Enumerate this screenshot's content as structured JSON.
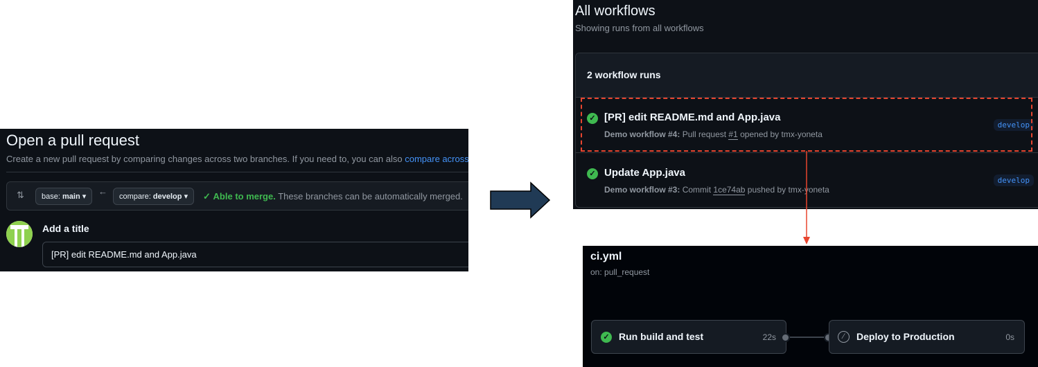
{
  "pull_request": {
    "title": "Open a pull request",
    "subtitle": "Create a new pull request by comparing changes across two branches. If you need to, you can also ",
    "subtitle_link": "compare across",
    "base_prefix": "base:",
    "base_branch": "main",
    "compare_prefix": "compare:",
    "compare_branch": "develop",
    "merge_ok": "Able to merge.",
    "merge_text": "These branches can be automatically merged.",
    "add_title_label": "Add a title",
    "title_value": "[PR] edit README.md and App.java"
  },
  "workflows": {
    "title": "All workflows",
    "subtitle": "Showing runs from all workflows",
    "count": "2 workflow runs",
    "runs": [
      {
        "title": "[PR] edit README.md and App.java",
        "workflow": "Demo workflow #4:",
        "event": "Pull request",
        "ref": "#1",
        "suffix": "opened by tmx-yoneta",
        "branch": "develop",
        "status": "success"
      },
      {
        "title": "Update App.java",
        "workflow": "Demo workflow #3:",
        "event": "Commit",
        "ref": "1ce74ab",
        "suffix": "pushed by tmx-yoneta",
        "branch": "develop",
        "status": "success"
      }
    ]
  },
  "ci": {
    "title": "ci.yml",
    "trigger": "on: pull_request",
    "jobs": [
      {
        "name": "Run build and test",
        "duration": "22s",
        "status": "success"
      },
      {
        "name": "Deploy to Production",
        "duration": "0s",
        "status": "skipped"
      }
    ]
  },
  "colors": {
    "arrow": "#203a55",
    "highlight": "#e8452f",
    "success": "#3fb950",
    "link": "#4493f8"
  }
}
